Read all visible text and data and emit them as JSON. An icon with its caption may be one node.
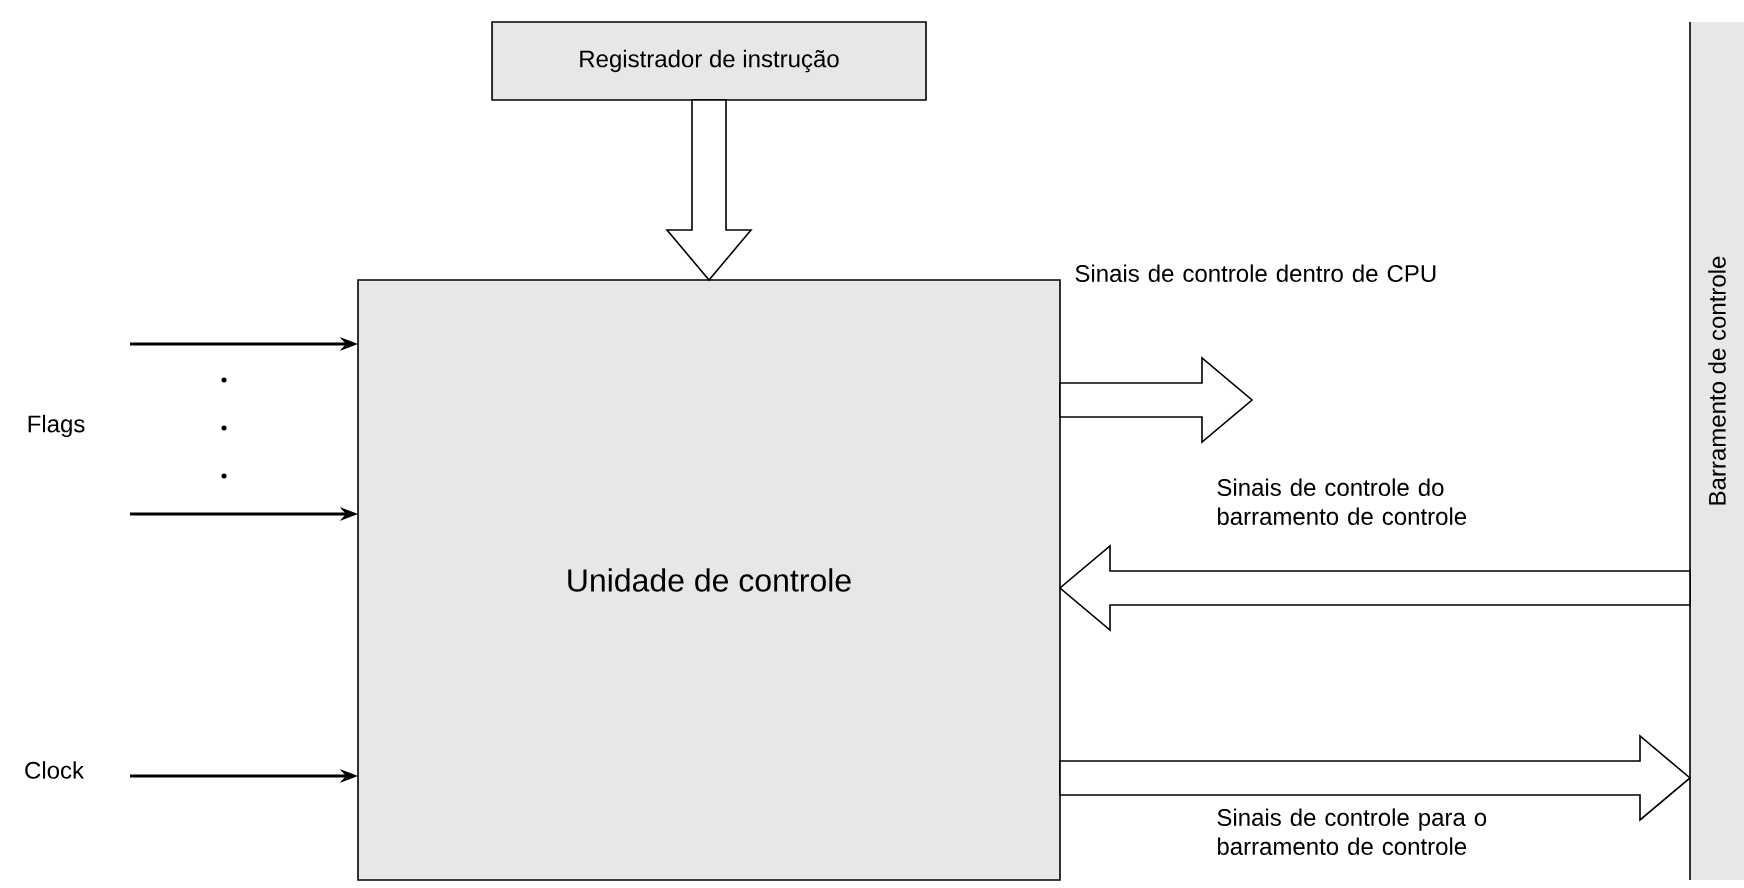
{
  "diagram": {
    "nodes": [
      {
        "text": [
          "Registrador de instrução"
        ]
      },
      {
        "text": [
          "Unidade de controle"
        ]
      },
      {
        "text": [
          "Barramento de controle"
        ]
      }
    ],
    "edges": [
      {
        "from": 0,
        "to": 1,
        "arrow": "to",
        "style": "thick"
      },
      {
        "from": null,
        "to": 1,
        "arrow": "to"
      },
      {
        "from": null,
        "to": 1,
        "arrow": "to"
      },
      {
        "from": null,
        "to": 1,
        "arrow": "to"
      },
      {
        "from": 1,
        "to": null,
        "arrow": "to",
        "label": "Sinais de controle dentro de CPU",
        "style": "thick"
      },
      {
        "from": 2,
        "to": 1,
        "arrow": "to",
        "label": "Sinais de controle do barramento de controle",
        "style": "thick"
      },
      {
        "from": 1,
        "to": 2,
        "arrow": "to",
        "label": "Sinais de controle para o barramento de controle",
        "style": "thick"
      }
    ],
    "labels": [
      "Flags",
      "Clock"
    ]
  }
}
